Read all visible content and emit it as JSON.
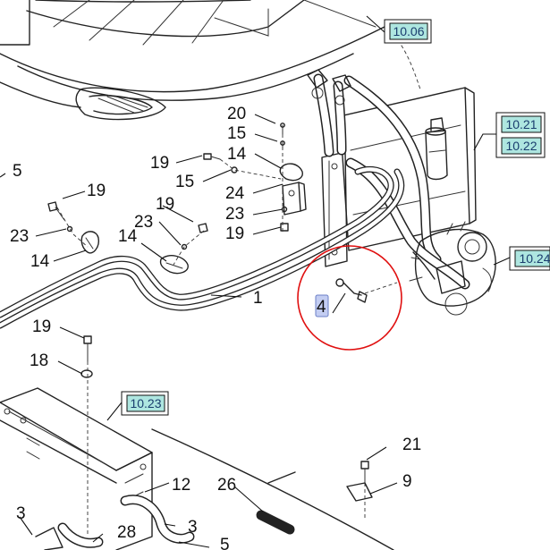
{
  "callouts": {
    "c20": "20",
    "c15a": "15",
    "c14a": "14",
    "c19a": "19",
    "c15b": "15",
    "c24": "24",
    "c23a": "23",
    "c19b": "19",
    "c5a": "5",
    "c19c": "19",
    "c23b": "23",
    "c14b": "14",
    "c19d": "19",
    "c23c": "23",
    "c14c": "14",
    "c1": "1",
    "c4": "4",
    "c19e": "19",
    "c18": "18",
    "c21": "21",
    "c9": "9",
    "c12": "12",
    "c26": "26",
    "c3a": "3",
    "c3b": "3",
    "c28": "28",
    "c5b": "5"
  },
  "references": {
    "r1006": "10.06",
    "r1021": "10.21",
    "r1022": "10.22",
    "r1024": "10.24",
    "r1023": "10.23"
  },
  "colors": {
    "reference_fill": "#aee6e0",
    "highlight_fill": "#c3cdf2",
    "highlight_circle": "#e01010"
  }
}
